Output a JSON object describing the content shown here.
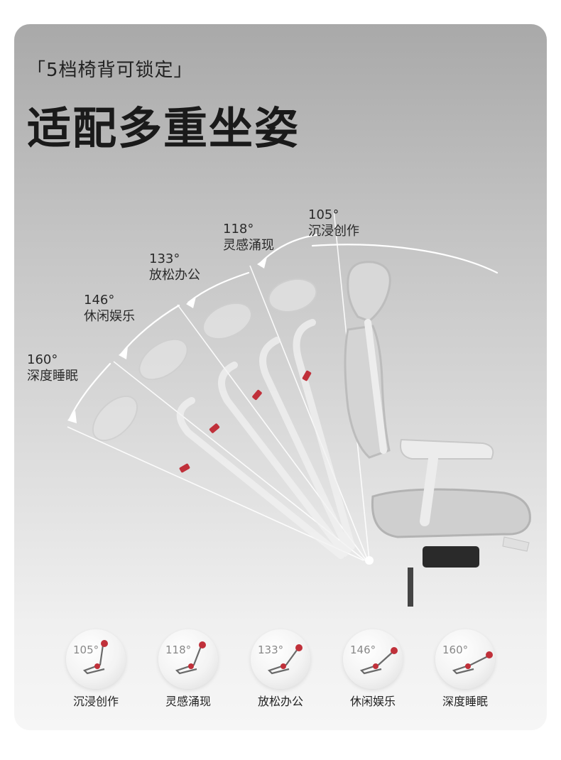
{
  "header": {
    "subtitle": "「5档椅背可锁定」",
    "title": "适配多重坐姿"
  },
  "angles": [
    {
      "deg": "105°",
      "mode": "沉浸创作"
    },
    {
      "deg": "118°",
      "mode": "灵感涌现"
    },
    {
      "deg": "133°",
      "mode": "放松办公"
    },
    {
      "deg": "146°",
      "mode": "休闲娱乐"
    },
    {
      "deg": "160°",
      "mode": "深度睡眠"
    }
  ],
  "colors": {
    "accent_red": "#c0303a",
    "chair_frame": "#e9e9e9",
    "arc_line": "#ffffff"
  },
  "icons": [
    "chair-recline-icon"
  ]
}
